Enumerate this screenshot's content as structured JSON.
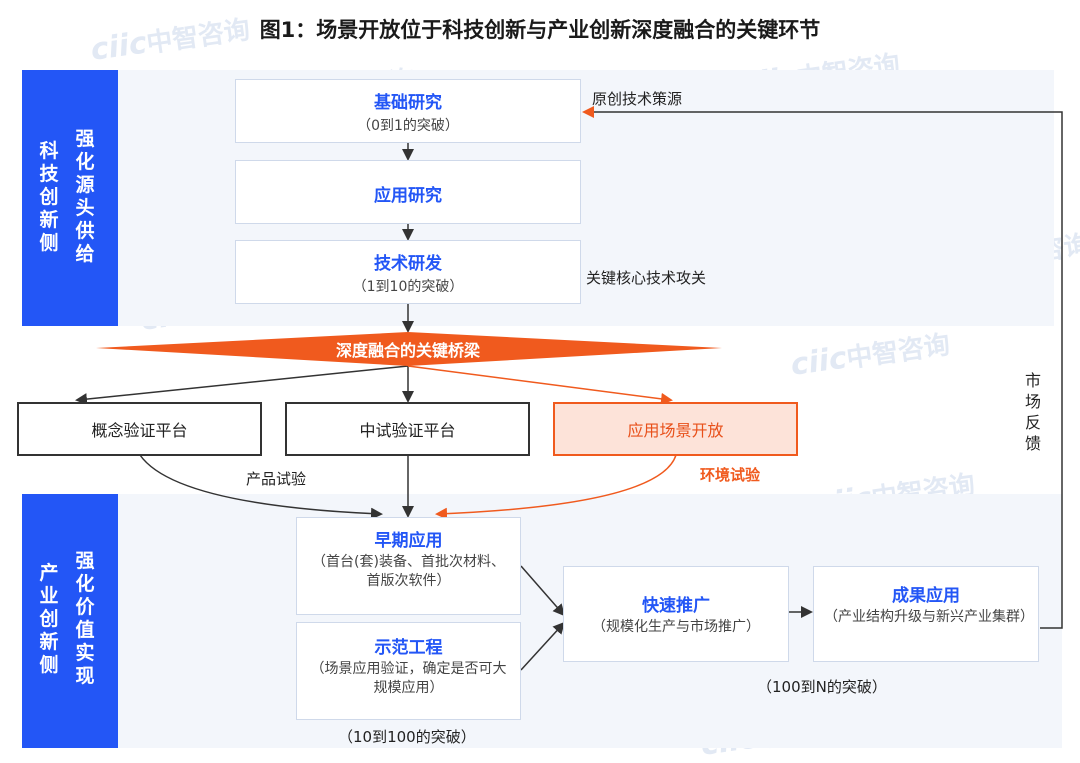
{
  "title": "图1：场景开放位于科技创新与产业创新深度融合的关键环节",
  "left_top_label": {
    "col_outer": "科技创新侧",
    "col_inner": "强化源头供给"
  },
  "left_bottom_label": {
    "col_outer": "产业创新侧",
    "col_inner": "强化价值实现"
  },
  "top_boxes": [
    {
      "title": "基础研究",
      "sub": "（0到1的突破）"
    },
    {
      "title": "应用研究",
      "sub": ""
    },
    {
      "title": "技术研发",
      "sub": "（1到10的突破）"
    }
  ],
  "notes": {
    "original_source": "原创技术策源",
    "key_core": "关键核心技术攻关",
    "product_test": "产品试验",
    "env_test": "环境试验",
    "market_feedback": "市场反馈",
    "stage_10_100": "（10到100的突破）",
    "stage_100_n": "（100到N的突破）"
  },
  "bridge": {
    "label": "深度融合的关键桥梁",
    "color": "#f05a1e"
  },
  "platforms": [
    {
      "label": "概念验证平台"
    },
    {
      "label": "中试验证平台"
    },
    {
      "label": "应用场景开放"
    }
  ],
  "bottom_boxes": [
    {
      "title": "早期应用",
      "sub": "（首台(套)装备、首批次材料、首版次软件）"
    },
    {
      "title": "示范工程",
      "sub": "（场景应用验证，确定是否可大规模应用）"
    },
    {
      "title": "快速推广",
      "sub": "（规模化生产与市场推广）"
    },
    {
      "title": "成果应用",
      "sub": "（产业结构升级与新兴产业集群）"
    }
  ],
  "watermark": {
    "logo": "ciic",
    "text": "中智咨询"
  },
  "colors": {
    "accent_blue": "#2356f6",
    "accent_orange": "#f05a1e",
    "panel_bg": "#f3f6fb"
  }
}
